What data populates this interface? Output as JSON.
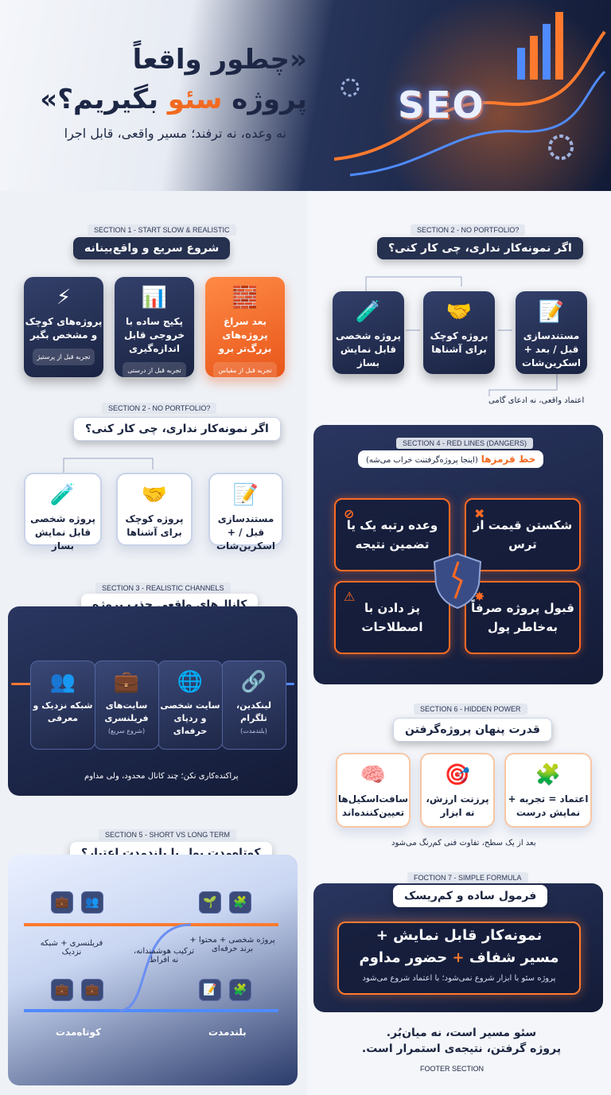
{
  "header": {
    "title_line1": "«چطور واقعاً",
    "title_line2_pre": "پروژه ",
    "title_line2_accent": "سئو",
    "title_line2_post": " بگیریم؟»",
    "subtitle": "نه وعده، نه ترفند؛ مسیر واقعی، قابل اجرا",
    "seo_label": "SEO"
  },
  "s1": {
    "tag": "SECTION 1 - START SLOW & REALISTIC",
    "title": "شروع سریع و واقع‌بینانه",
    "cards": [
      {
        "text": "بعد سراغ پروژه‌های بزرگ‌تر برو",
        "pill": "تجربه قبل از مقیاس"
      },
      {
        "text": "پکیج ساده با خروجی قابل اندازه‌گیری",
        "pill": "تجربه قبل از درستی"
      },
      {
        "text": "پروژه‌های کوچک و مشخص بگیر",
        "pill": "تجربه قبل از پرستیژ"
      }
    ]
  },
  "s2a": {
    "tag": "SECTION 2 - NO PORTFOLIO?",
    "title": "اگر نمونه‌کار نداری، چی کار کنی؟",
    "cards": [
      {
        "text": "مستندسازی قبل / بعد + اسکرین‌شات"
      },
      {
        "text": "پروژه کوچک برای آشناها"
      },
      {
        "text": "پروژه شخصی قابل نمایش بساز"
      }
    ],
    "note": "اعتماد واقعی، نه ادعای گامی"
  },
  "s2b": {
    "tag": "SECTION 2 - NO PORTFOLIO?",
    "title": "اگر نمونه‌کار نداری، چی کار کنی؟",
    "cards": [
      {
        "text": "مستندسازی قبل / + اسکرین‌شات"
      },
      {
        "text": "پروژه کوچک برای آشناها"
      },
      {
        "text": "پروژه شخصی قابل نمایش بساز"
      }
    ]
  },
  "s4": {
    "tag": "SECTION 4 - RED LINES (DANGERS)",
    "title": "خط قرمزها",
    "title_note": "(اینجا پروژه‌گرفتنت خراب می‌شه)",
    "items": [
      {
        "text": "شکستن قیمت از ترس"
      },
      {
        "text": "وعده رتبه یک یا تضمین نتیجه"
      },
      {
        "text": "قبول پروژه صرفاً به‌خاطر پول"
      },
      {
        "text": "پز دادن با اصطلاحات"
      }
    ]
  },
  "s3": {
    "tag": "SECTION 3 - REALISTIC CHANNELS",
    "title": "کانال‌های واقعی جذب پروژه",
    "chips": [
      {
        "text": "لینکدین، تلگرام",
        "sub": "(بلندمدت)"
      },
      {
        "text": "سایت شخصی و رد‌پای حرفه‌ای",
        "sub": ""
      },
      {
        "text": "سایت‌های فریلنسری",
        "sub": "(شروع سریع)"
      },
      {
        "text": "شبکه نزدیک و معرفی",
        "sub": ""
      }
    ],
    "note": "پراکنده‌کاری نکن؛ چند کانال محدود، ولی مداوم"
  },
  "s6": {
    "tag": "SECTION 6 - HIDDEN POWER",
    "title": "قدرت پنهان پروژه‌گرفتن",
    "cards": [
      {
        "text": "اعتماد = تجربه + نمایش درست"
      },
      {
        "text": "پرزنت ارزش، نه ابزار"
      },
      {
        "text": "سافت‌اسکیل‌ها تعیین‌کننده‌اند"
      }
    ],
    "note": "بعد از یک سطح، تفاوت فنی کم‌رنگ می‌شود"
  },
  "s5": {
    "tag": "SECTION 5 - SHORT VS LONG TERM",
    "title": "کوتاه‌مدت پول یا بلندمدت اعتبار؟",
    "short_text": "فریلنسری + شبکه نزدیک",
    "mix_text": "ترکیب هوشمندانه، نه افراط",
    "long_text": "پروژه شخصی + محتوا + برند حرفه‌ای",
    "short_label": "کوتاه‌مدت",
    "long_label": "بلندمدت"
  },
  "s7": {
    "tag": "FOCTION 7 - SIMPLE FORMULA",
    "title": "فرمول ساده و کم‌ریسک",
    "line1": "نمونه‌کار قابل نمایش +",
    "line2_pre": "مسیر شفاف ",
    "line2_plus": "+",
    "line2_post": " حضور مداوم",
    "sub": "پروژه سئو با ابزار شروع نمی‌شود؛ با اعتماد شروع می‌شود"
  },
  "footer": {
    "line1": "سئو مسیر است، نه میان‌بُر.",
    "line2": "پروژه گرفتن، نتیجه‌ی استمرار است.",
    "label": "FOOTER SECTION"
  },
  "colors": {
    "accent": "#f26a21",
    "navy": "#1b2540"
  }
}
